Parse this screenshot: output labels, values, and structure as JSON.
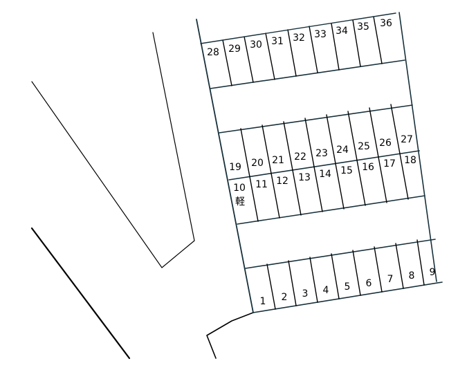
{
  "colors": {
    "background": "#ffffff",
    "lot_outline": "#17303a",
    "surroundings": "#000000"
  },
  "stalls": {
    "row_top": [
      "28",
      "29",
      "30",
      "31",
      "32",
      "33",
      "34",
      "35",
      "36"
    ],
    "row_middle_upper": [
      "19",
      "20",
      "21",
      "22",
      "23",
      "24",
      "25",
      "26",
      "27"
    ],
    "row_middle_lower": [
      "10",
      "11",
      "12",
      "13",
      "14",
      "15",
      "16",
      "17",
      "18"
    ],
    "row_bottom": [
      "1",
      "2",
      "3",
      "4",
      "5",
      "6",
      "7",
      "8",
      "9"
    ],
    "kei_car_mark": "軽"
  }
}
